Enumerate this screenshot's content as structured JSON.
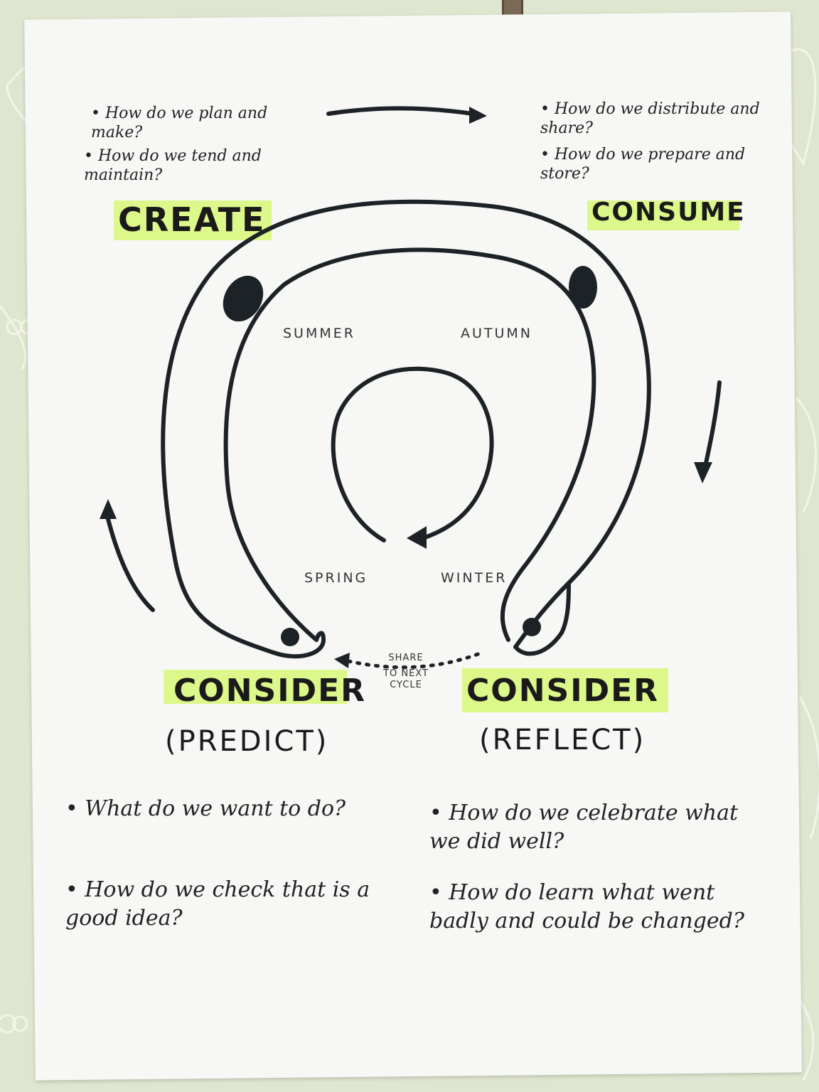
{
  "labels": {
    "create_heading": "CREATE",
    "consume_heading": "CONSUME",
    "consider_predict_heading": "CONSIDER",
    "consider_predict_sub": "(PREDICT)",
    "consider_reflect_heading": "CONSIDER",
    "consider_reflect_sub": "(REFLECT)",
    "share_line1": "SHARE",
    "share_line2": "TO NEXT",
    "share_line3": "CYCLE"
  },
  "seasons": {
    "summer": "SUMMER",
    "autumn": "AUTUMN",
    "spring": "SPRING",
    "winter": "WINTER"
  },
  "create_questions": [
    "How do we plan and make?",
    "How do we tend and maintain?"
  ],
  "consume_questions": [
    "How do we distribute and share?",
    "How do we prepare and store?"
  ],
  "predict_questions": [
    "What do we want to do?",
    "How do we check that is a good idea?"
  ],
  "reflect_questions": [
    "How do we celebrate what we did well?",
    "How do learn what went badly and could be changed?"
  ],
  "colors": {
    "ink": "#1c2226",
    "highlight": "#dcf78a",
    "paper": "#f7f7f5",
    "background": "#dfe6cf"
  }
}
